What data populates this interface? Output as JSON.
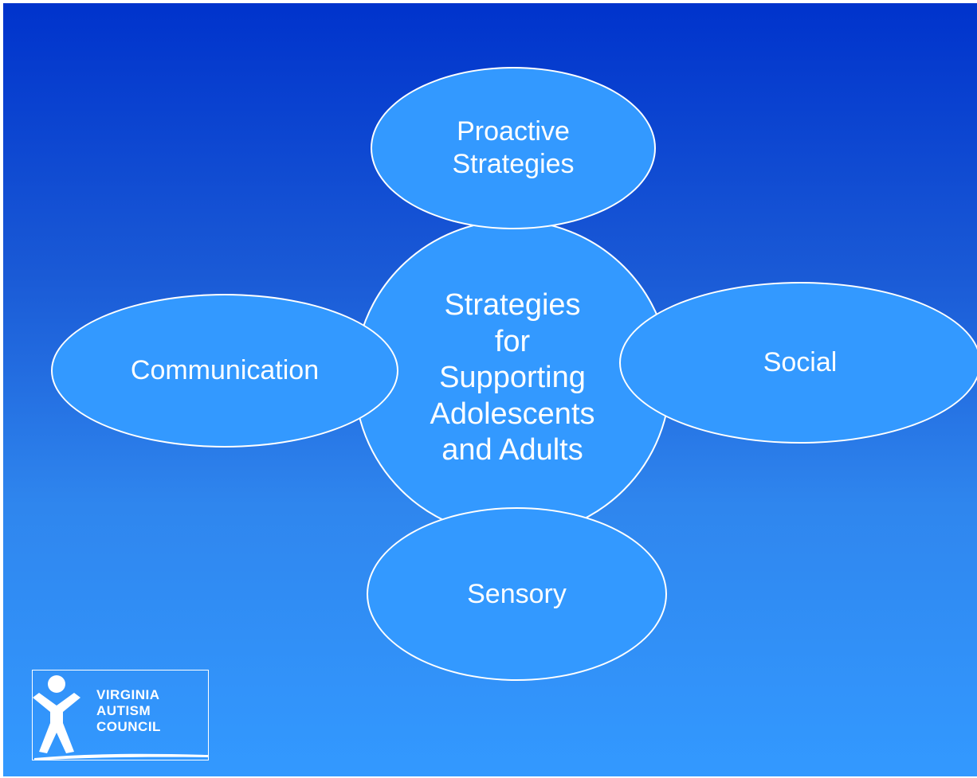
{
  "diagram": {
    "center": "Strategies\nfor\nSupporting\nAdolescents\nand Adults",
    "top": "Proactive\nStrategies",
    "left": "Communication",
    "right": "Social",
    "bottom": "Sensory"
  },
  "logo": {
    "line1": "VIRGINIA",
    "line2": "AUTISM",
    "line3": "COUNCIL"
  },
  "colors": {
    "background_top": "#0033cc",
    "background_bottom": "#3399ff",
    "node_fill": "#3399ff",
    "outline": "#ffffff"
  }
}
